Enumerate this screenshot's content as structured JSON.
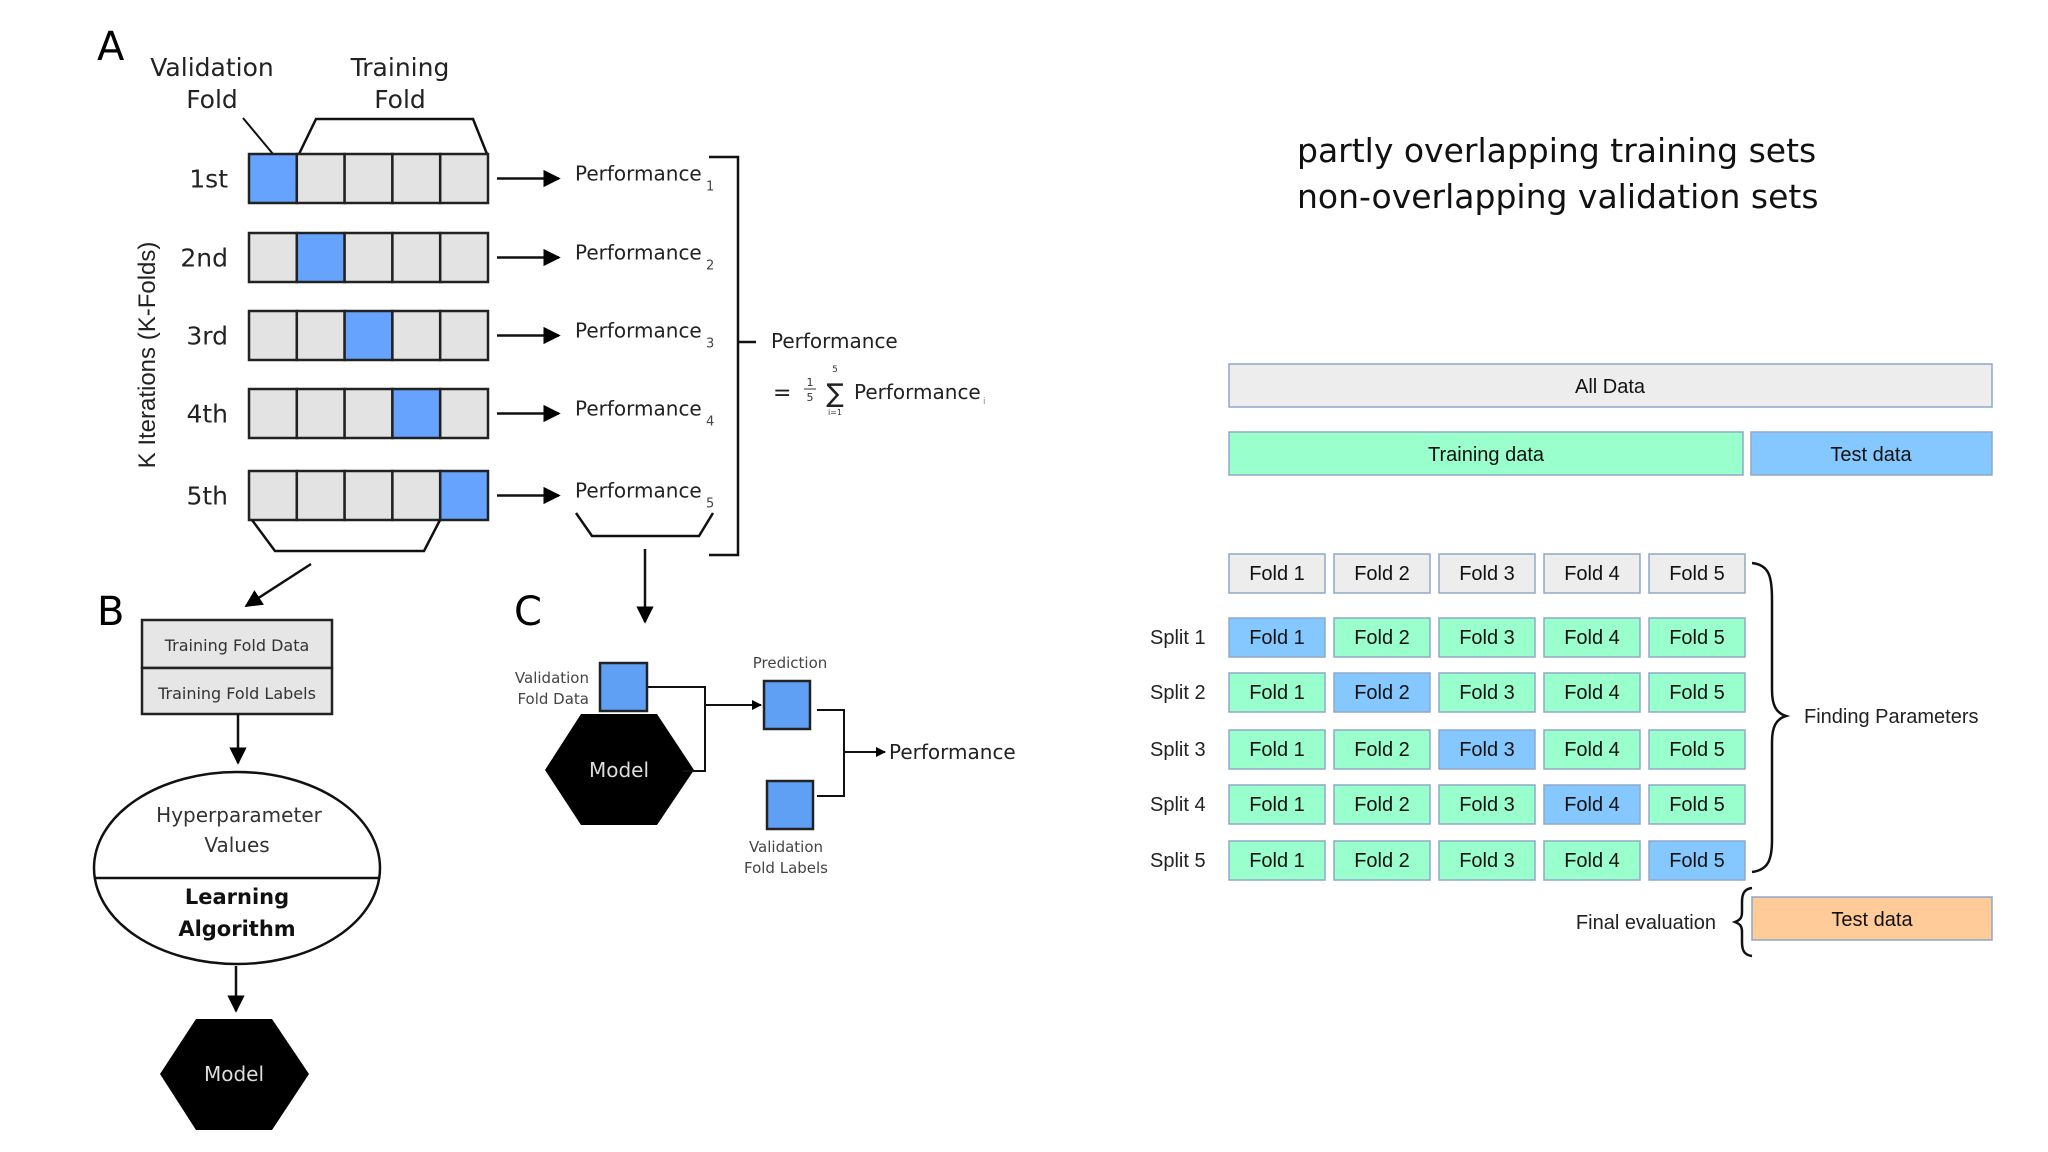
{
  "colors": {
    "fold_blue": "#66a3ff",
    "fold_gray": "#e3e3e3",
    "train_green": "#99ffcc",
    "test_blue": "#85c8ff",
    "all_gray": "#ededed",
    "final_orange": "#ffcc99",
    "box_border": "#8ea8c8",
    "model_black": "#000000"
  },
  "panel_a": {
    "label": "A",
    "validation_fold_label": [
      "Validation",
      "Fold"
    ],
    "training_fold_label": [
      "Training",
      "Fold"
    ],
    "axis_label": "K Iterations (K-Folds)",
    "iterations": [
      {
        "label": "1st",
        "validation_index": 0,
        "performance": "Performance",
        "sub": "1"
      },
      {
        "label": "2nd",
        "validation_index": 1,
        "performance": "Performance",
        "sub": "2"
      },
      {
        "label": "3rd",
        "validation_index": 2,
        "performance": "Performance",
        "sub": "3"
      },
      {
        "label": "4th",
        "validation_index": 3,
        "performance": "Performance",
        "sub": "4"
      },
      {
        "label": "5th",
        "validation_index": 4,
        "performance": "Performance",
        "sub": "5"
      }
    ],
    "folds_per_row": 5,
    "summary_label": "Performance",
    "formula": {
      "eq": "=",
      "frac_num": "1",
      "frac_den": "5",
      "sum_top": "5",
      "sum_bottom": "i=1",
      "term": "Performance",
      "term_sub": "i"
    }
  },
  "panel_b": {
    "label": "B",
    "training_fold_data": "Training Fold Data",
    "training_fold_labels": "Training Fold Labels",
    "hyperparameter": [
      "Hyperparameter",
      "Values"
    ],
    "learning_algorithm": [
      "Learning",
      "Algorithm"
    ],
    "model": "Model"
  },
  "panel_c": {
    "label": "C",
    "validation_fold_data": [
      "Validation",
      "Fold Data"
    ],
    "model": "Model",
    "prediction": "Prediction",
    "validation_fold_labels": [
      "Validation",
      "Fold Labels"
    ],
    "performance": "Performance"
  },
  "right": {
    "title_lines": [
      "partly overlapping training sets",
      "non-overlapping validation sets"
    ],
    "all_data": "All Data",
    "training_data": "Training data",
    "test_data": "Test data",
    "header_folds": [
      "Fold 1",
      "Fold 2",
      "Fold 3",
      "Fold 4",
      "Fold 5"
    ],
    "splits": [
      {
        "label": "Split 1",
        "test_index": 0,
        "folds": [
          "Fold 1",
          "Fold 2",
          "Fold 3",
          "Fold 4",
          "Fold 5"
        ]
      },
      {
        "label": "Split 2",
        "test_index": 1,
        "folds": [
          "Fold 1",
          "Fold 2",
          "Fold 3",
          "Fold 4",
          "Fold 5"
        ]
      },
      {
        "label": "Split 3",
        "test_index": 2,
        "folds": [
          "Fold 1",
          "Fold 2",
          "Fold 3",
          "Fold 4",
          "Fold 5"
        ]
      },
      {
        "label": "Split 4",
        "test_index": 3,
        "folds": [
          "Fold 1",
          "Fold 2",
          "Fold 3",
          "Fold 4",
          "Fold 5"
        ]
      },
      {
        "label": "Split 5",
        "test_index": 4,
        "folds": [
          "Fold 1",
          "Fold 2",
          "Fold 3",
          "Fold 4",
          "Fold 5"
        ]
      }
    ],
    "finding_parameters": "Finding Parameters",
    "final_evaluation": "Final evaluation",
    "final_test_data": "Test data"
  }
}
